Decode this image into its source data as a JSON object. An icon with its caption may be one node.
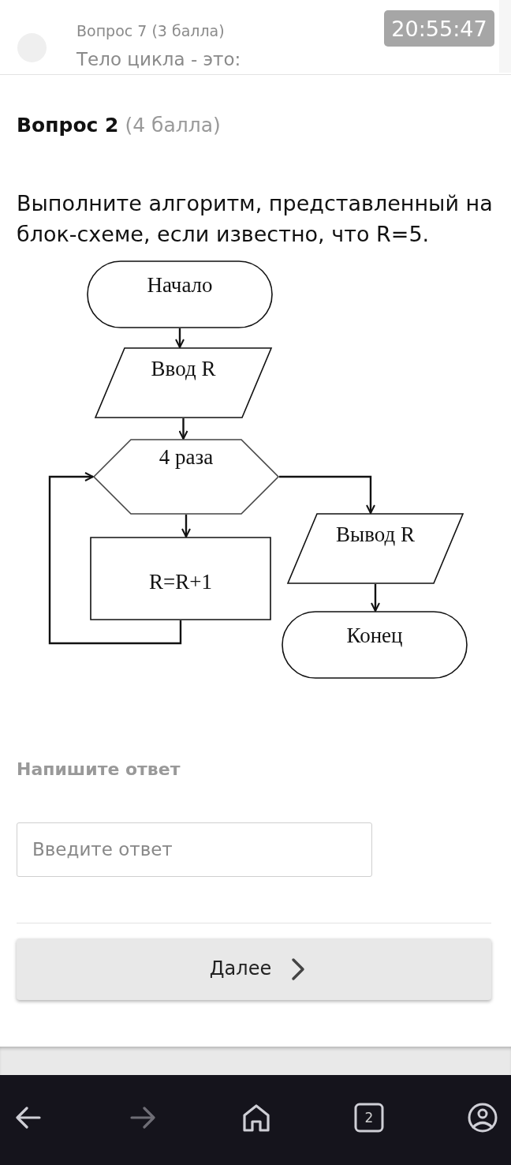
{
  "diagram": {
    "title": "**Вопрос 2** (4 балла)",
    "nodes": [
      {
        "text": [
          "Начало"
        ]
      },
      {
        "text": [
          "Ввод R"
        ]
      },
      {
        "text": [
          "4 раза"
        ]
      },
      {
        "text": [
          "R=R+1"
        ]
      },
      {
        "text": [
          "Вывод R"
        ]
      },
      {
        "text": [
          "Конец"
        ]
      }
    ],
    "edges": [
      {
        "from": 0,
        "to": 1,
        "arrow": "to"
      },
      {
        "from": 1,
        "to": 2,
        "arrow": "to"
      },
      {
        "from": 2,
        "to": 3,
        "arrow": "to"
      },
      {
        "from": 3,
        "to": 2,
        "arrow": "to"
      },
      {
        "from": 2,
        "to": 4,
        "arrow": "to"
      },
      {
        "from": 4,
        "to": 5,
        "arrow": "to"
      }
    ],
    "labels": [
      "Вопрос 7 (3 балла)",
      "20:55:47",
      "Тело цикла - это:",
      "Выполните алгоритм, представленный на блок-схеме, если известно, что R=5.",
      "Напишите ответ",
      "Введите ответ",
      "Далее",
      "2"
    ]
  }
}
